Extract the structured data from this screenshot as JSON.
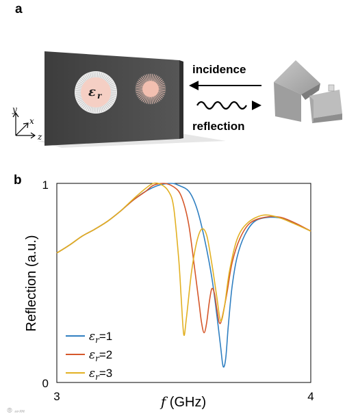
{
  "panel_a": {
    "label": "a",
    "incidence_label": "incidence",
    "reflection_label": "reflection",
    "epsilon_label": "ε",
    "epsilon_sub": "r",
    "axes": {
      "y": "y",
      "x": "x",
      "z": "z"
    },
    "colors": {
      "plate": "#4a4a4a",
      "disc": "#f4c9bd"
    }
  },
  "panel_b": {
    "label": "b"
  },
  "chart_data": {
    "type": "line",
    "xlabel_italic": "f",
    "xlabel_rest": " (GHz)",
    "ylabel": "Reflection (a.u.)",
    "xlim": [
      3,
      4
    ],
    "ylim": [
      0,
      1
    ],
    "xticks": [
      "3",
      "4"
    ],
    "yticks": [
      "0",
      "1"
    ],
    "legend_position": "bottom-left",
    "series": [
      {
        "name": "=1",
        "legend_symbol": "ε",
        "legend_sub": "r",
        "color": "#2f7fc1",
        "points": [
          [
            3.0,
            0.65
          ],
          [
            3.05,
            0.69
          ],
          [
            3.1,
            0.735
          ],
          [
            3.15,
            0.77
          ],
          [
            3.2,
            0.81
          ],
          [
            3.25,
            0.86
          ],
          [
            3.3,
            0.915
          ],
          [
            3.35,
            0.96
          ],
          [
            3.4,
            0.99
          ],
          [
            3.45,
            1.0
          ],
          [
            3.48,
            0.99
          ],
          [
            3.52,
            0.96
          ],
          [
            3.55,
            0.88
          ],
          [
            3.58,
            0.73
          ],
          [
            3.61,
            0.53
          ],
          [
            3.63,
            0.34
          ],
          [
            3.645,
            0.18
          ],
          [
            3.655,
            0.08
          ],
          [
            3.665,
            0.12
          ],
          [
            3.675,
            0.28
          ],
          [
            3.69,
            0.48
          ],
          [
            3.71,
            0.63
          ],
          [
            3.74,
            0.74
          ],
          [
            3.78,
            0.81
          ],
          [
            3.84,
            0.83
          ],
          [
            3.9,
            0.82
          ],
          [
            3.95,
            0.79
          ],
          [
            4.0,
            0.76
          ]
        ]
      },
      {
        "name": "=2",
        "legend_symbol": "ε",
        "legend_sub": "r",
        "color": "#d5572a",
        "points": [
          [
            3.0,
            0.65
          ],
          [
            3.05,
            0.69
          ],
          [
            3.1,
            0.735
          ],
          [
            3.15,
            0.77
          ],
          [
            3.2,
            0.81
          ],
          [
            3.25,
            0.86
          ],
          [
            3.3,
            0.915
          ],
          [
            3.35,
            0.96
          ],
          [
            3.38,
            0.99
          ],
          [
            3.42,
            1.0
          ],
          [
            3.45,
            0.99
          ],
          [
            3.48,
            0.96
          ],
          [
            3.5,
            0.9
          ],
          [
            3.52,
            0.79
          ],
          [
            3.54,
            0.6
          ],
          [
            3.56,
            0.4
          ],
          [
            3.57,
            0.3
          ],
          [
            3.58,
            0.25
          ],
          [
            3.59,
            0.3
          ],
          [
            3.6,
            0.4
          ],
          [
            3.61,
            0.47
          ],
          [
            3.62,
            0.45
          ],
          [
            3.63,
            0.37
          ],
          [
            3.64,
            0.3
          ],
          [
            3.65,
            0.32
          ],
          [
            3.67,
            0.45
          ],
          [
            3.69,
            0.6
          ],
          [
            3.72,
            0.72
          ],
          [
            3.76,
            0.8
          ],
          [
            3.82,
            0.83
          ],
          [
            3.88,
            0.83
          ],
          [
            3.94,
            0.8
          ],
          [
            4.0,
            0.76
          ]
        ]
      },
      {
        "name": "=3",
        "legend_symbol": "ε",
        "legend_sub": "r",
        "color": "#e2b022",
        "points": [
          [
            3.0,
            0.65
          ],
          [
            3.05,
            0.69
          ],
          [
            3.1,
            0.735
          ],
          [
            3.15,
            0.77
          ],
          [
            3.2,
            0.81
          ],
          [
            3.25,
            0.86
          ],
          [
            3.3,
            0.92
          ],
          [
            3.35,
            0.975
          ],
          [
            3.38,
            1.0
          ],
          [
            3.41,
            0.995
          ],
          [
            3.44,
            0.96
          ],
          [
            3.46,
            0.88
          ],
          [
            3.48,
            0.62
          ],
          [
            3.49,
            0.42
          ],
          [
            3.5,
            0.24
          ],
          [
            3.51,
            0.32
          ],
          [
            3.53,
            0.55
          ],
          [
            3.55,
            0.7
          ],
          [
            3.57,
            0.77
          ],
          [
            3.59,
            0.74
          ],
          [
            3.61,
            0.6
          ],
          [
            3.63,
            0.43
          ],
          [
            3.645,
            0.31
          ],
          [
            3.66,
            0.38
          ],
          [
            3.68,
            0.56
          ],
          [
            3.71,
            0.72
          ],
          [
            3.75,
            0.8
          ],
          [
            3.81,
            0.84
          ],
          [
            3.87,
            0.83
          ],
          [
            3.93,
            0.8
          ],
          [
            4.0,
            0.76
          ]
        ]
      }
    ]
  }
}
